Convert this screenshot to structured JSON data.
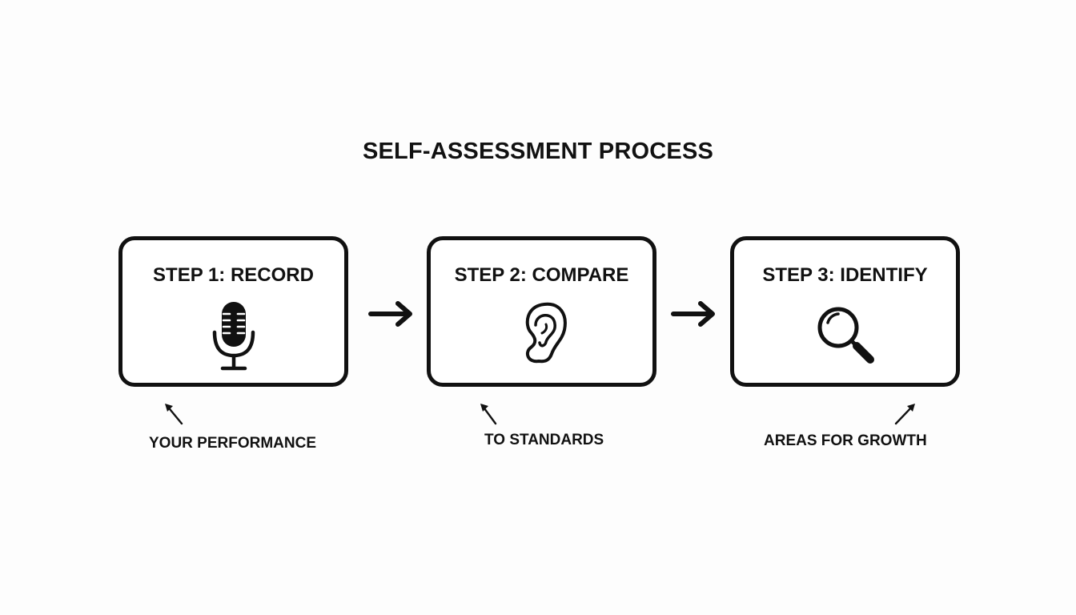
{
  "title": "SELF-ASSESSMENT PROCESS",
  "steps": [
    {
      "label": "STEP 1: RECORD",
      "icon": "microphone-icon",
      "note": "YOUR PERFORMANCE"
    },
    {
      "label": "STEP 2: COMPARE",
      "icon": "ear-icon",
      "note": "TO STANDARDS"
    },
    {
      "label": "STEP 3: IDENTIFY",
      "icon": "magnifying-glass-icon",
      "note": "AREAS FOR GROWTH"
    }
  ],
  "colors": {
    "ink": "#111111",
    "background": "#fdfdfd"
  }
}
